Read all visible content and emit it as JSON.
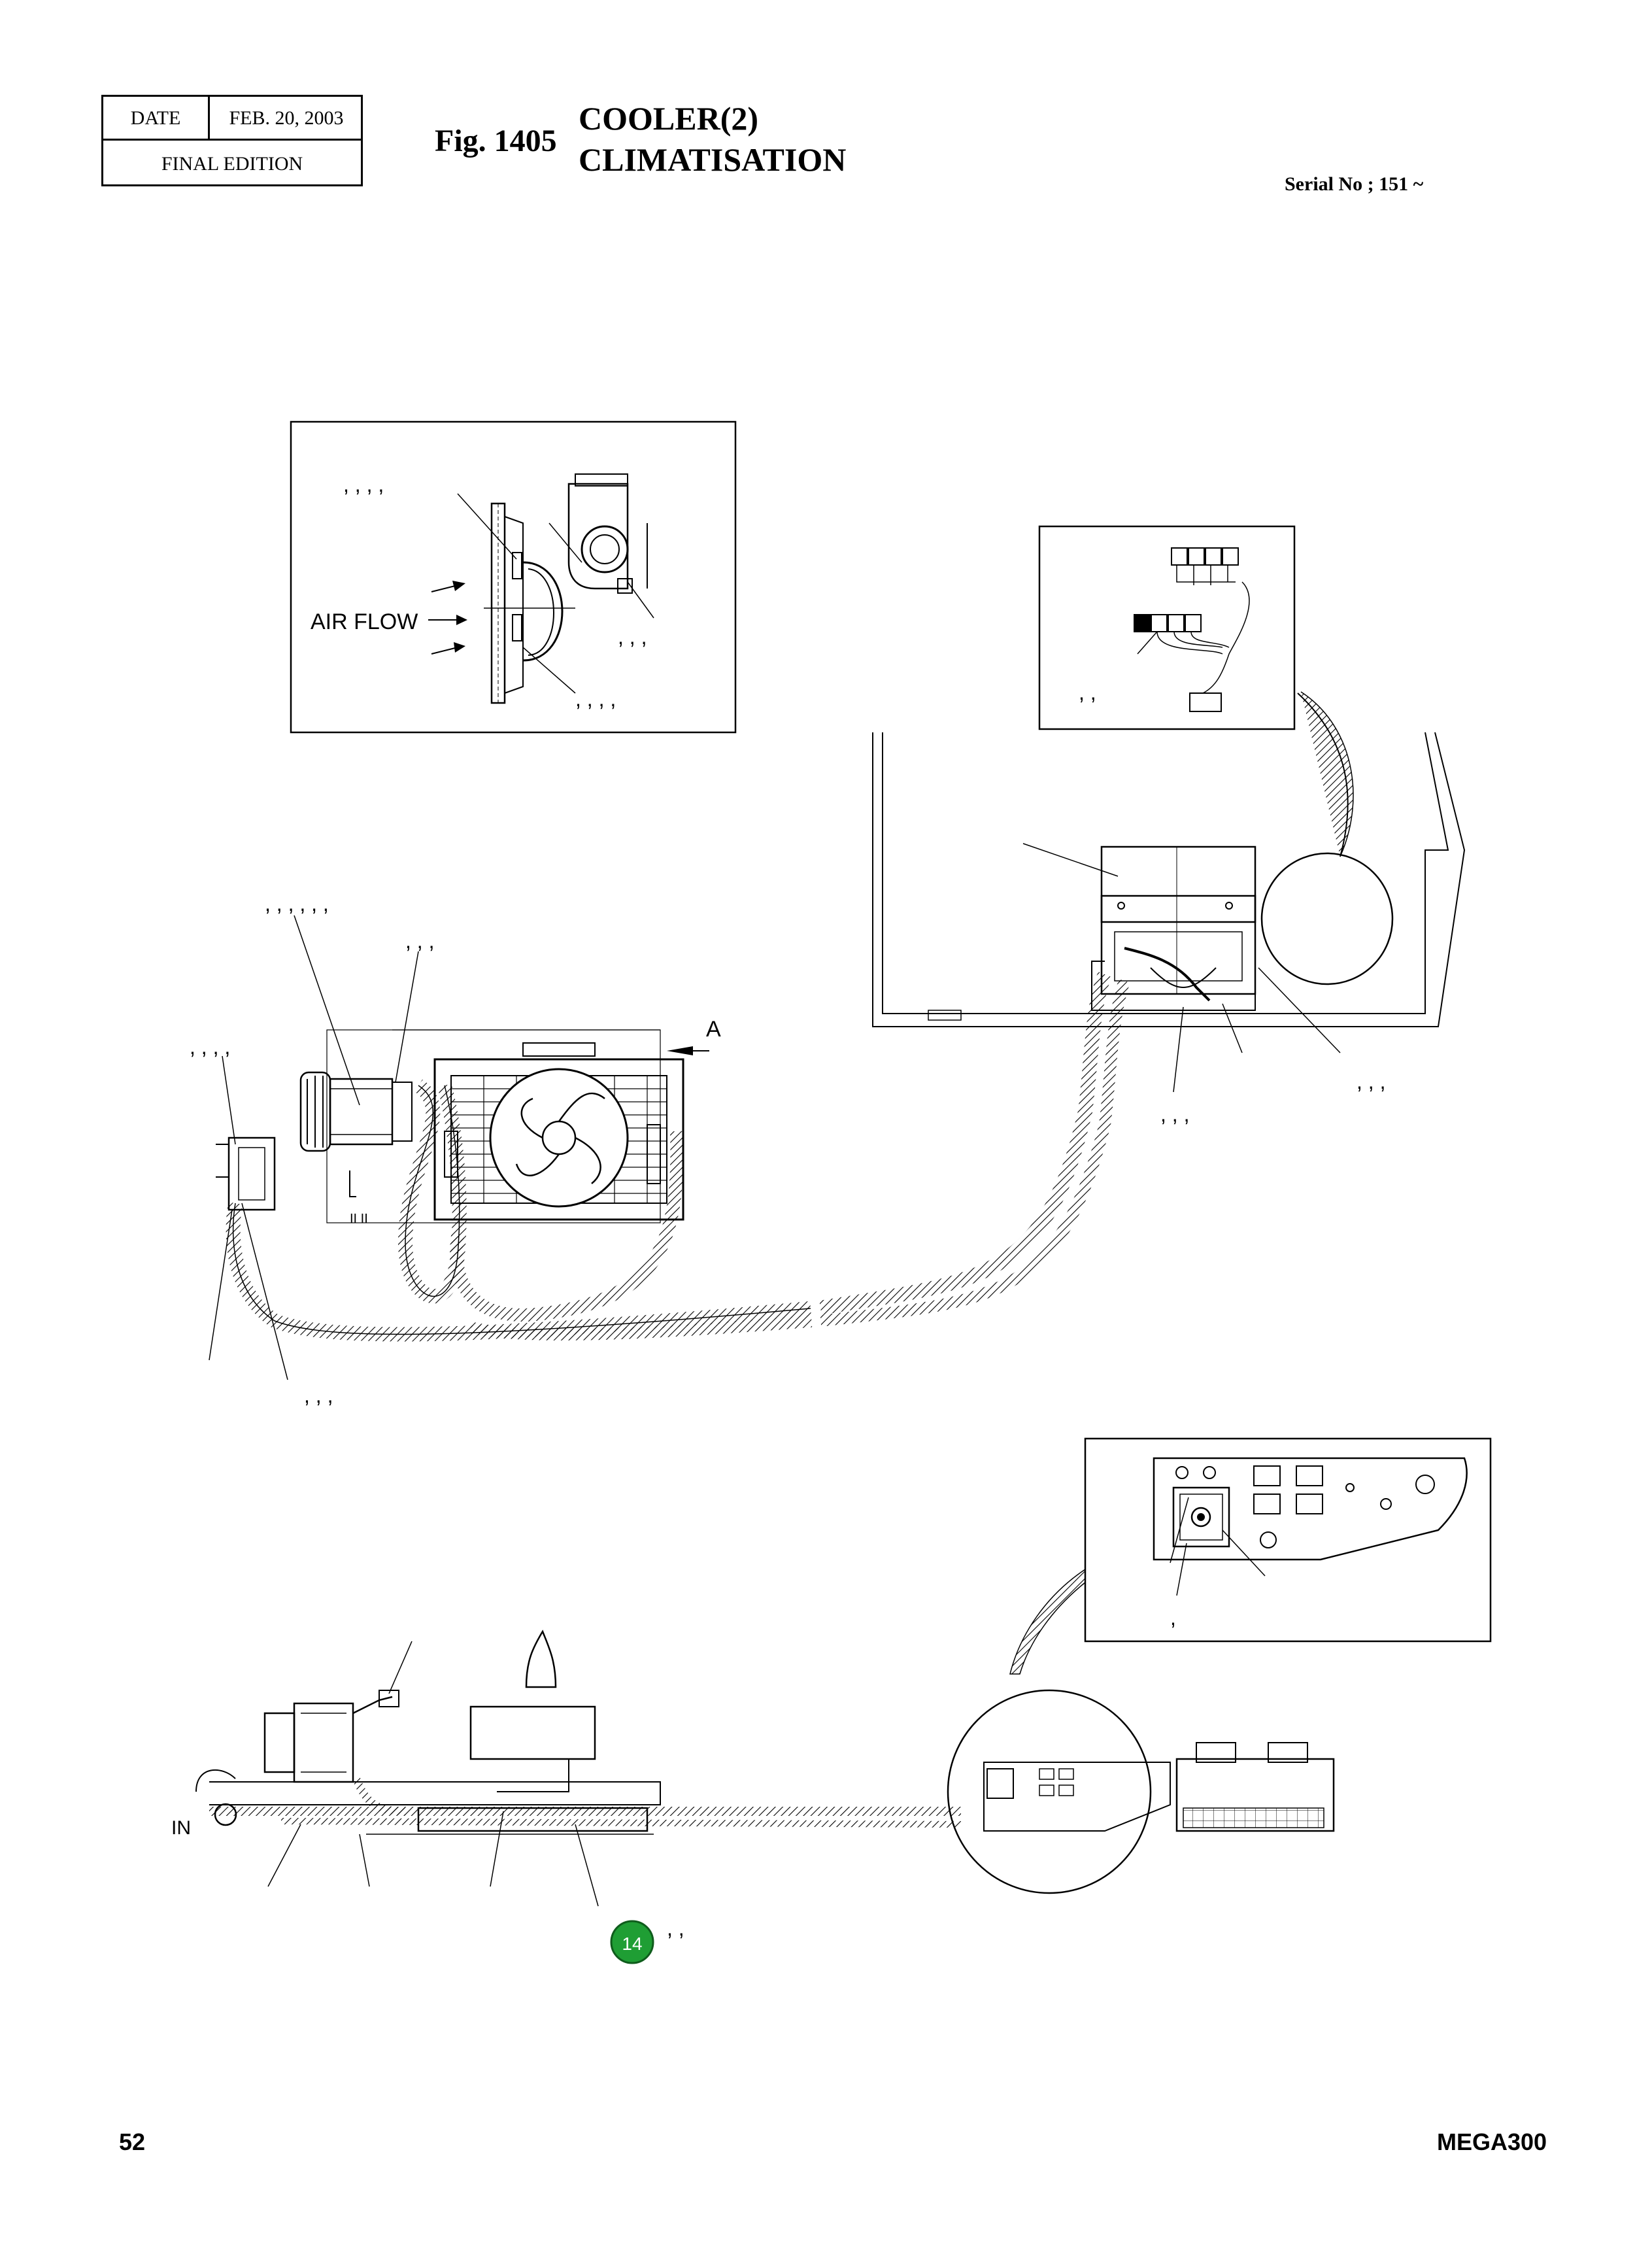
{
  "header": {
    "date_label": "DATE",
    "date_value": "FEB. 20, 2003",
    "edition": "FINAL EDITION",
    "fig_number": "Fig. 1405",
    "title_en": "COOLER(2)",
    "title_fr": "CLIMATISATION",
    "serial": "Serial No ; 151 ~"
  },
  "diagram": {
    "air_flow_label": "AIR FLOW",
    "view_label": "A",
    "in_label": "IN",
    "badge_number": "14",
    "callouts": {
      "detail_top_a": ",   ,   ,   ,",
      "detail_top_b": ",   ,   ,",
      "detail_top_c": ",   ,   ,   ,",
      "relay_box": ",   ,",
      "compressor_a": ", , , , , ,",
      "compressor_b": ",  ,  ,",
      "receiver": ",   ,   ,   ,",
      "hose_bottom": ",  ,  ,",
      "cab_unit_a": ",  ,  ,",
      "cab_unit_b": ",  ,  ,",
      "panel": ",",
      "badge_suffix": ",   ,"
    },
    "badge_color": "#1f9e34"
  },
  "footer": {
    "page_number": "52",
    "model": "MEGA300"
  }
}
